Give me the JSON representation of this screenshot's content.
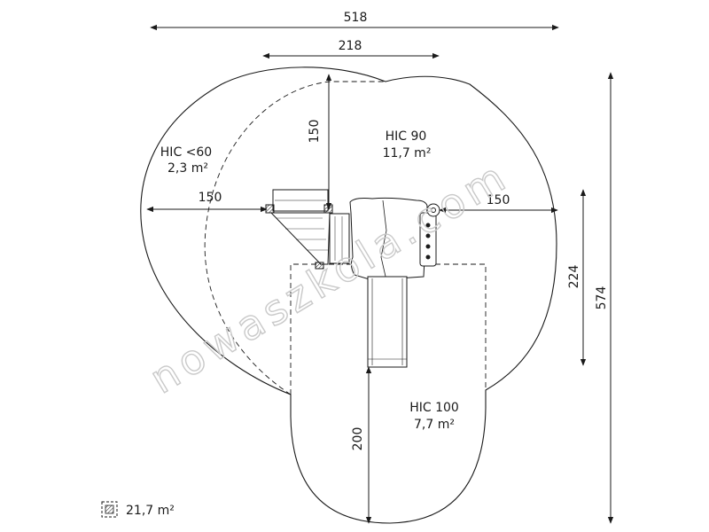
{
  "diagram": {
    "dimensions": {
      "overall_width": "518",
      "platform_width": "218",
      "top_clearance": "150",
      "left_clearance": "150",
      "right_clearance": "150",
      "right_depth": "224",
      "overall_depth": "574",
      "slide_clearance": "200"
    },
    "zones": [
      {
        "name": "HIC <60",
        "area": "2,3 m²"
      },
      {
        "name": "HIC 90",
        "area": "11,7 m²"
      },
      {
        "name": "HIC 100",
        "area": "7,7 m²"
      }
    ],
    "legend": {
      "icon": "hatched-square-icon",
      "total_area": "21,7 m²"
    },
    "watermark": "nowaszkola.com",
    "colors": {
      "line": "#1a1a1a",
      "watermark": "#c9c9c9"
    }
  }
}
